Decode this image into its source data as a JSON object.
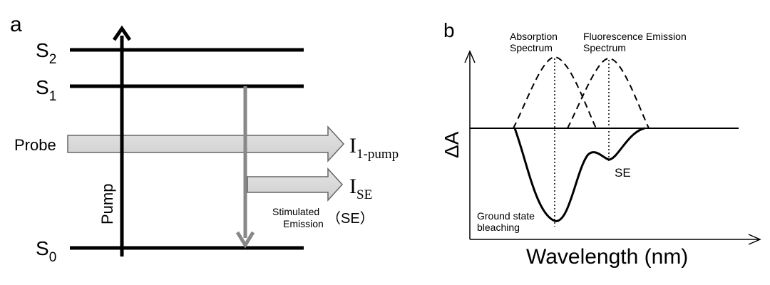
{
  "panel_a": {
    "panel_label": "a",
    "levels": {
      "s2": {
        "main": "S",
        "sub": "2"
      },
      "s1": {
        "main": "S",
        "sub": "1"
      },
      "s0": {
        "main": "S",
        "sub": "0"
      }
    },
    "probe_label": "Probe",
    "pump_label": "Pump",
    "out_pump": {
      "main": "I",
      "sub": "1-pump"
    },
    "out_se": {
      "main": "I",
      "sub": "SE"
    },
    "se_caption": {
      "line1": "Stimulated",
      "line2": "Emission",
      "abbr": "（SE）"
    }
  },
  "panel_b": {
    "panel_label": "b",
    "y_label": "ΔA",
    "x_label": "Wavelength (nm)",
    "absorption_label": {
      "line1": "Absorption",
      "line2": "Spectrum"
    },
    "fluorescence_label": {
      "line1": "Fluorescence Emission",
      "line2": "Spectrum"
    },
    "se_label": "SE",
    "gsb_label": {
      "line1": "Ground state",
      "line2": "bleaching"
    }
  }
}
